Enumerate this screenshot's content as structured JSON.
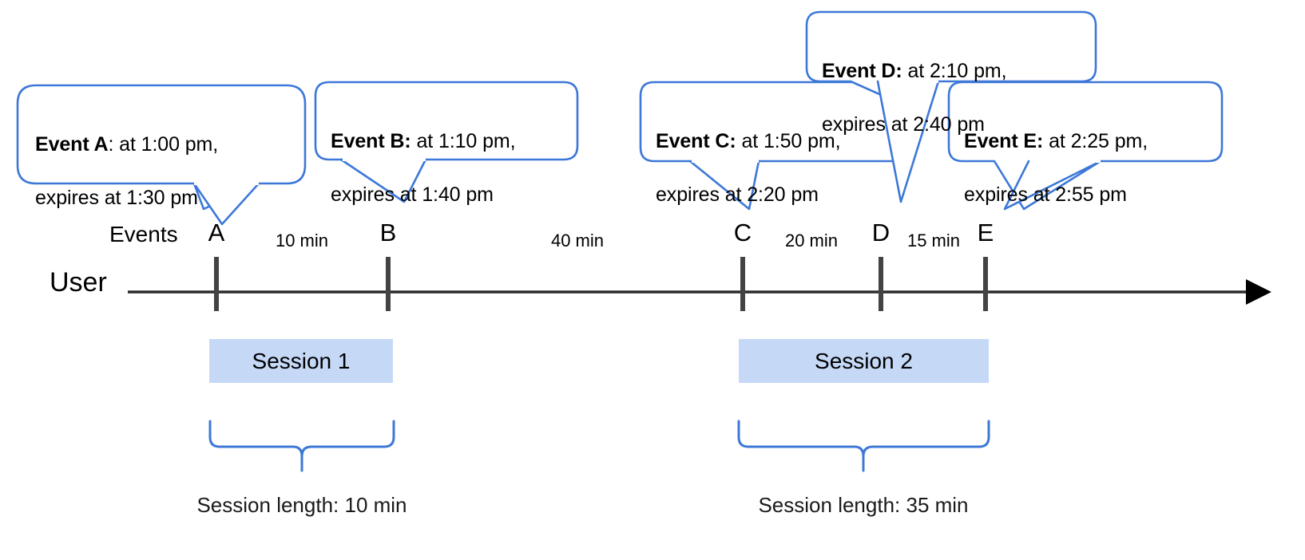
{
  "diagram": {
    "title_row_label": "Events",
    "actor_label": "User",
    "callouts": [
      {
        "id": "event-a",
        "bold": "Event A",
        "sep": ": ",
        "line1_rest": "at 1:00 pm,",
        "line2": "expires at 1:30 pm",
        "time": "1:00 pm",
        "expires": "1:30 pm"
      },
      {
        "id": "event-b",
        "bold": "Event B:",
        "sep": " ",
        "line1_rest": "at 1:10 pm,",
        "line2": "expires at 1:40 pm",
        "time": "1:10 pm",
        "expires": "1:40 pm"
      },
      {
        "id": "event-c",
        "bold": "Event C:",
        "sep": " ",
        "line1_rest": "at 1:50 pm,",
        "line2": "expires at 2:20 pm",
        "time": "1:50 pm",
        "expires": "2:20 pm"
      },
      {
        "id": "event-d",
        "bold": "Event D:",
        "sep": " ",
        "line1_rest": "at 2:10 pm,",
        "line2": "expires at 2:40 pm",
        "time": "2:10 pm",
        "expires": "2:40 pm"
      },
      {
        "id": "event-e",
        "bold": "Event E:",
        "sep": " ",
        "line1_rest": "at 2:25 pm,",
        "line2": "expires at 2:55 pm",
        "time": "2:25 pm",
        "expires": "2:55 pm"
      }
    ],
    "event_markers": [
      {
        "letter": "A"
      },
      {
        "letter": "B"
      },
      {
        "letter": "C"
      },
      {
        "letter": "D"
      },
      {
        "letter": "E"
      }
    ],
    "gaps": [
      {
        "label": "10 min",
        "between": "A-B"
      },
      {
        "label": "40 min",
        "between": "B-C"
      },
      {
        "label": "20 min",
        "between": "C-D"
      },
      {
        "label": "15 min",
        "between": "D-E"
      }
    ],
    "sessions": [
      {
        "label": "Session 1",
        "length_label": "Session length: 10 min"
      },
      {
        "label": "Session 2",
        "length_label": "Session length: 35 min"
      }
    ],
    "colors": {
      "callout_stroke": "#3d78d8",
      "session_fill": "#c5d9f7",
      "axis": "#333333",
      "tick": "#434343",
      "brace": "#3d78d8"
    }
  }
}
